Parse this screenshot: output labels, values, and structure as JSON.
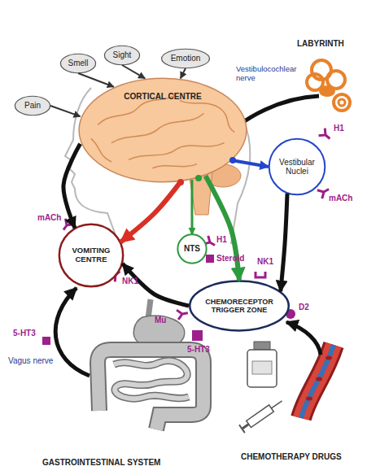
{
  "diagram": {
    "nodes": [
      {
        "text": [
          "Pain"
        ]
      },
      {
        "text": [
          "Smell"
        ]
      },
      {
        "text": [
          "Sight"
        ]
      },
      {
        "text": [
          "Emotion"
        ]
      },
      {
        "text": [
          "CORTICAL CENTRE"
        ]
      },
      {
        "text": [
          "VOMITING CENTRE"
        ]
      },
      {
        "text": [
          "NTS"
        ]
      },
      {
        "text": [
          "Vestibular Nuclei"
        ]
      },
      {
        "text": [
          "CHEMORECEPTOR TRIGGER ZONE"
        ]
      }
    ],
    "edges": [
      {
        "from": 0,
        "to": 4,
        "arrow": "to"
      },
      {
        "from": 1,
        "to": 4,
        "arrow": "to"
      },
      {
        "from": 2,
        "to": 4,
        "arrow": "to"
      },
      {
        "from": 3,
        "to": 4,
        "arrow": "to"
      },
      {
        "from": 4,
        "to": 5,
        "arrow": "to"
      },
      {
        "from": 4,
        "to": 5,
        "arrow": "to"
      },
      {
        "from": 4,
        "to": 6,
        "arrow": "to"
      },
      {
        "from": 4,
        "to": 8,
        "arrow": "to"
      },
      {
        "from": 4,
        "to": 7,
        "arrow": "to"
      },
      {
        "from": 7,
        "to": 8,
        "arrow": "to"
      },
      {
        "from": 8,
        "to": 5,
        "arrow": "to"
      }
    ],
    "labels": [
      "LABYRINTH",
      "Vestibulocochlear nerve",
      "mACh",
      "NK1",
      "H1",
      "Steroid",
      "H1",
      "mACh",
      "NK1",
      "Mu",
      "5-HT3",
      "D2",
      "5-HT3",
      "Vagus nerve",
      "CHEMOTHERAPY DRUGS",
      "GASTROINTESTINAL SYSTEM"
    ]
  }
}
